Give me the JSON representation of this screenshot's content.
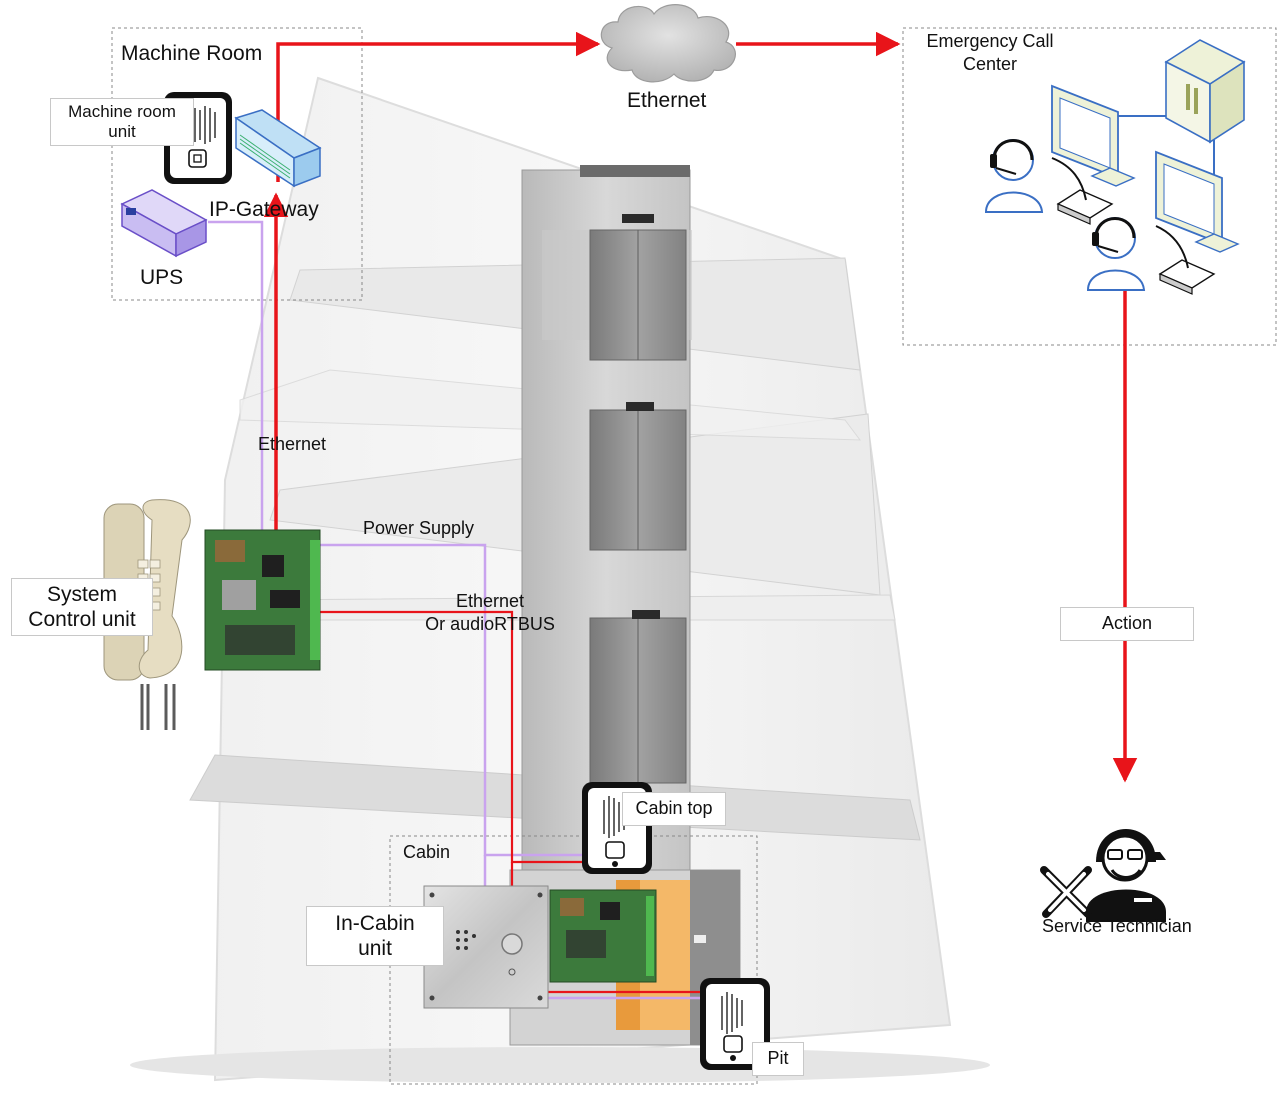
{
  "machine_room": {
    "title": "Machine Room",
    "unit_label_line1": "Machine room",
    "unit_label_line2": "unit",
    "gateway_label": "IP-Gateway",
    "ups_label": "UPS"
  },
  "network": {
    "cloud_label": "Ethernet"
  },
  "call_center": {
    "title_line1": "Emergency Call",
    "title_line2": "Center"
  },
  "riser": {
    "ethernet_label": "Ethernet",
    "power_supply_label": "Power Supply",
    "bus_label_line1": "Ethernet",
    "bus_label_line2": "Or audioRTBUS"
  },
  "system_control": {
    "label_line1": "System",
    "label_line2": "Control unit"
  },
  "cabin": {
    "title": "Cabin",
    "cabin_top_label": "Cabin top",
    "in_cabin_line1": "In-Cabin",
    "in_cabin_line2": "unit",
    "pit_label": "Pit"
  },
  "action": {
    "label": "Action",
    "technician_label": "Service Technician"
  },
  "colors": {
    "ethernet_line": "#e8141a",
    "power_line": "#c9a3ee",
    "device_outline": "#3a6fc4",
    "dashed_border": "#888888"
  }
}
